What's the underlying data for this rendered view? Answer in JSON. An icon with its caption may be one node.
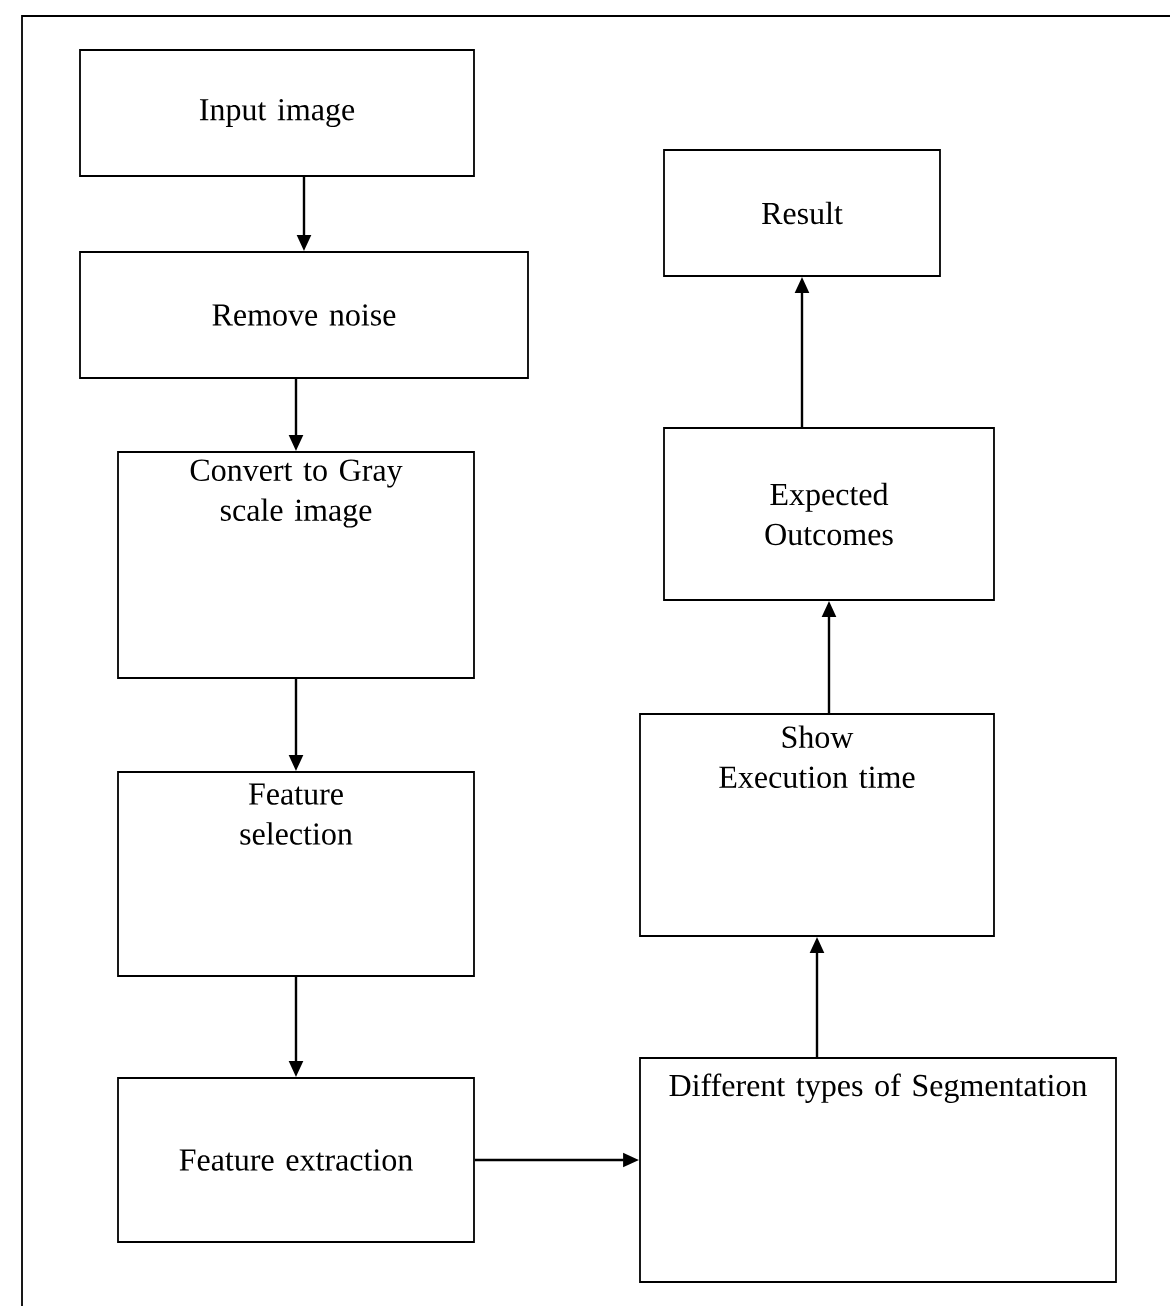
{
  "diagram": {
    "nodes": [
      {
        "text": [
          "Input image"
        ]
      },
      {
        "text": [
          "Remove noise"
        ]
      },
      {
        "text": [
          "Convert to Gray scale image"
        ]
      },
      {
        "text": [
          "Feature selection"
        ]
      },
      {
        "text": [
          "Feature extraction"
        ]
      },
      {
        "text": [
          "Different types of Segmentation"
        ]
      },
      {
        "text": [
          "Show Execution time"
        ]
      },
      {
        "text": [
          "Expected Outcomes"
        ]
      },
      {
        "text": [
          "Result"
        ]
      }
    ],
    "edges": [
      {
        "from": 0,
        "to": 1,
        "arrow": "to"
      },
      {
        "from": 1,
        "to": 2,
        "arrow": "to"
      },
      {
        "from": 2,
        "to": 3,
        "arrow": "to"
      },
      {
        "from": 3,
        "to": 4,
        "arrow": "to"
      },
      {
        "from": 4,
        "to": 5,
        "arrow": "to"
      },
      {
        "from": 5,
        "to": 6,
        "arrow": "to"
      },
      {
        "from": 6,
        "to": 7,
        "arrow": "to"
      },
      {
        "from": 7,
        "to": 8,
        "arrow": "to"
      }
    ]
  }
}
